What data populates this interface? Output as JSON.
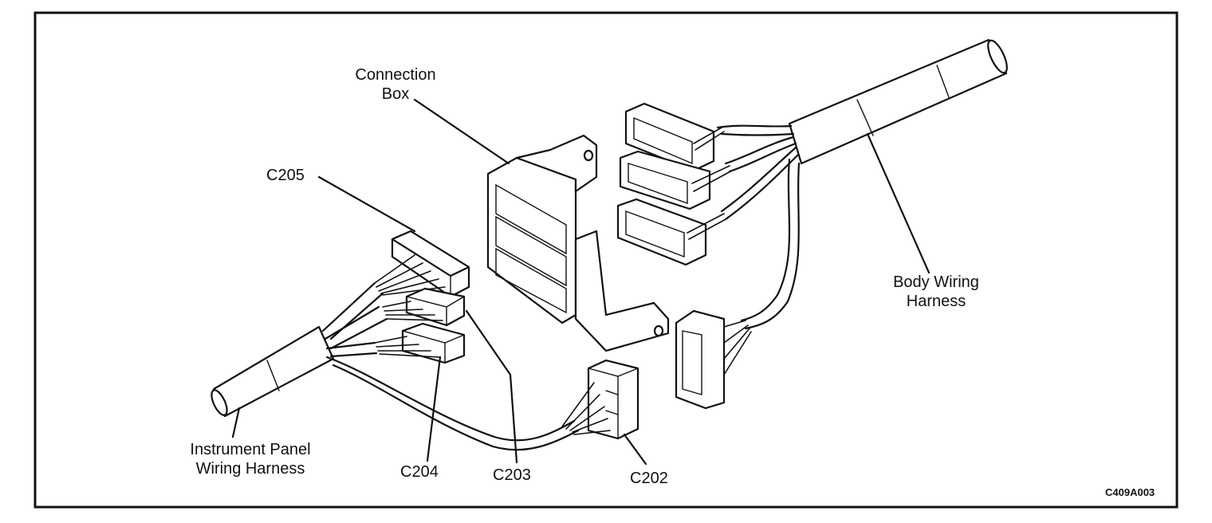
{
  "labels": {
    "connection_box": [
      "Connection",
      "Box"
    ],
    "c205": "C205",
    "c204": "C204",
    "c203": "C203",
    "c202": "C202",
    "instrument_panel": [
      "Instrument Panel",
      "Wiring Harness"
    ],
    "body_wiring": [
      "Body Wiring",
      "Harness"
    ],
    "figure_code": "C409A003"
  }
}
